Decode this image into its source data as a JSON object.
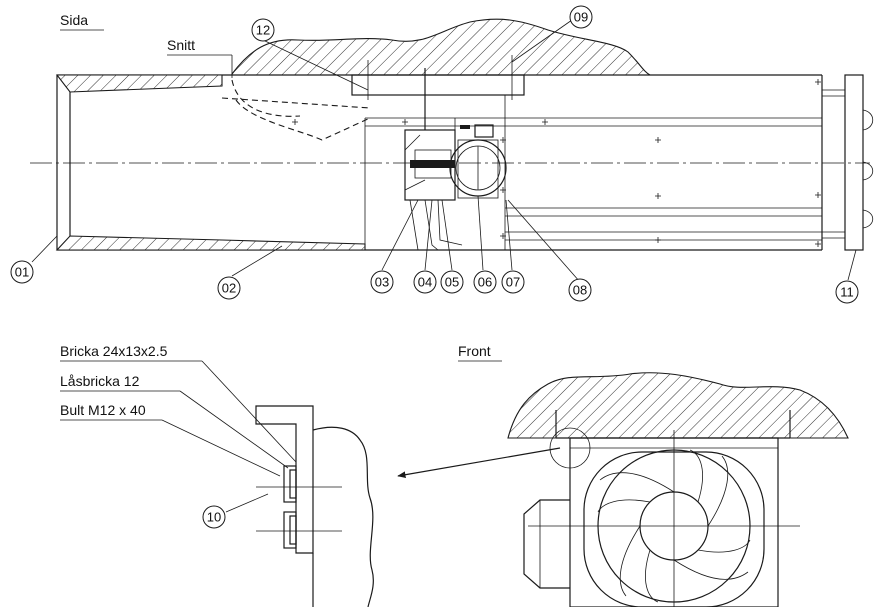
{
  "views": {
    "side": "Sida",
    "section": "Snitt",
    "front": "Front"
  },
  "parts": {
    "washer": "Bricka 24x13x2.5",
    "lock_washer": "Låsbricka 12",
    "bolt": "Bult M12 x 40"
  },
  "callouts": [
    "01",
    "02",
    "03",
    "04",
    "05",
    "06",
    "07",
    "08",
    "09",
    "10",
    "11",
    "12"
  ]
}
